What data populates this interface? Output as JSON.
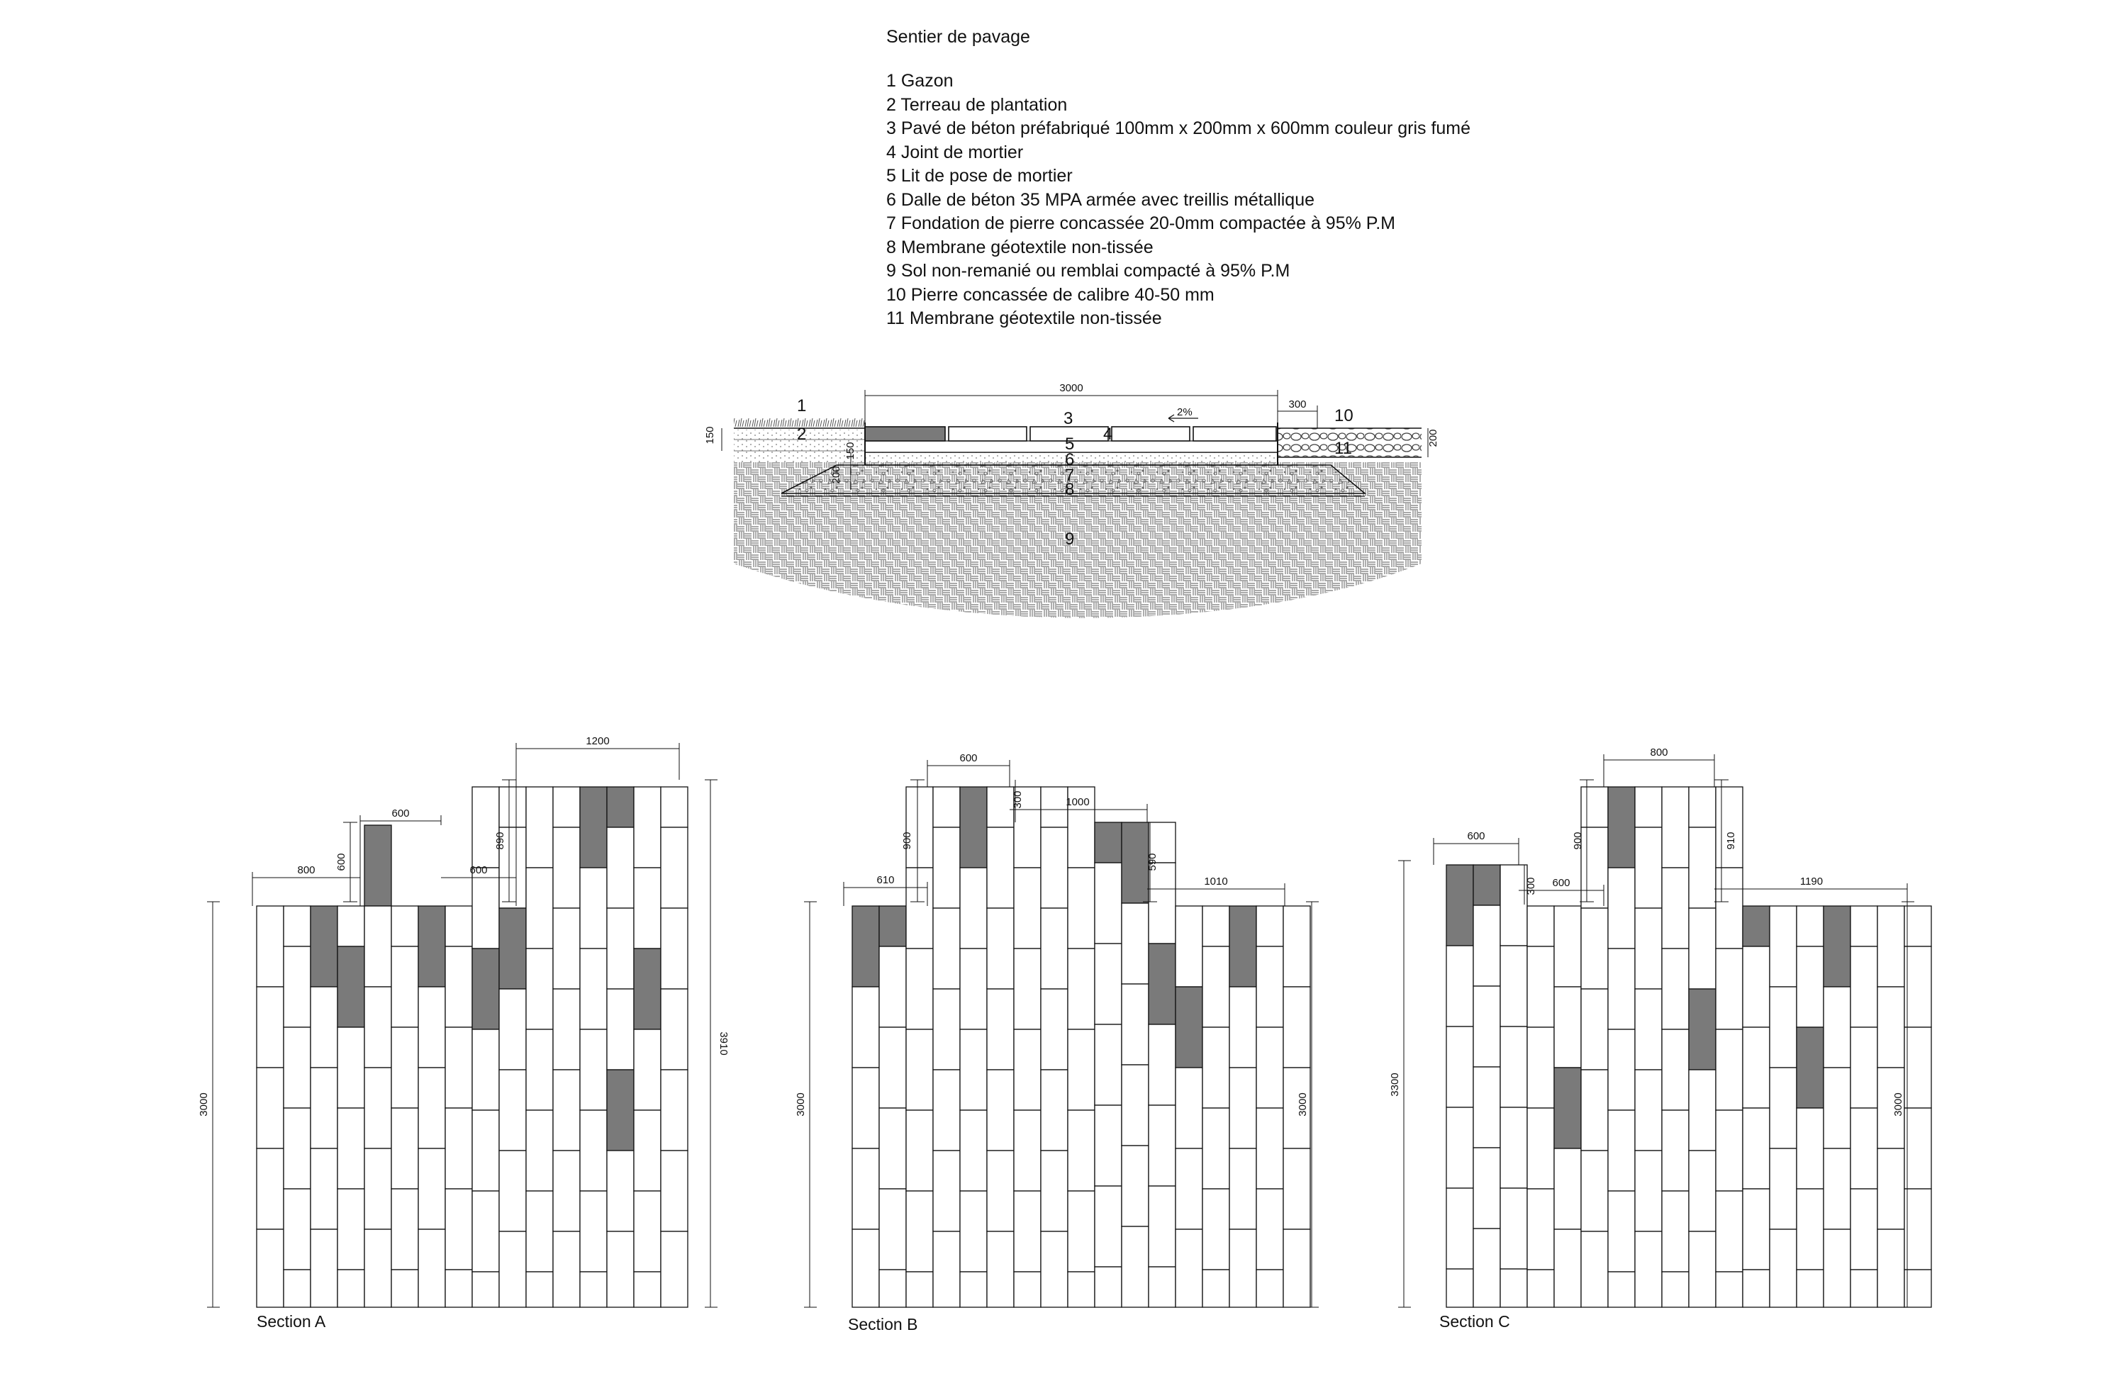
{
  "title": "Sentier de pavage",
  "legend": [
    "1 Gazon",
    "2 Terreau de plantation",
    "3 Pavé de béton préfabriqué 100mm x 200mm x 600mm couleur gris fumé",
    "4 Joint de mortier",
    "5 Lit de pose de mortier",
    "6 Dalle de béton 35 MPA armée avec treillis métallique",
    "7 Fondation de pierre concassée 20-0mm compactée à 95% P.M",
    "8 Membrane géotextile non-tissée",
    "9 Sol non-remanié ou remblai compacté à 95% P.M",
    "10 Pierre concassée de calibre 40-50 mm",
    "11 Membrane géotextile non-tissée"
  ],
  "cross_section": {
    "width_dim": "3000",
    "slope": "2%",
    "stone_band_dim": "300",
    "left_height_dim": "150",
    "right_height_dim": "200",
    "inner_dims": [
      "200",
      "150"
    ],
    "layer_numbers": [
      "1",
      "2",
      "3",
      "4",
      "5",
      "6",
      "7",
      "8",
      "9",
      "10",
      "11"
    ]
  },
  "sections": {
    "a": {
      "label": "Section A",
      "dims": [
        "800",
        "600",
        "600",
        "600",
        "890",
        "1200",
        "3000",
        "3910"
      ]
    },
    "b": {
      "label": "Section B",
      "dims": [
        "610",
        "900",
        "600",
        "300",
        "1000",
        "590",
        "1010",
        "3000",
        "3000"
      ]
    },
    "c": {
      "label": "Section C",
      "dims": [
        "600",
        "300",
        "600",
        "900",
        "800",
        "910",
        "1190",
        "3300",
        "3000"
      ]
    }
  },
  "colors": {
    "line": "#111111",
    "dark_paver": "#7a7a7a",
    "hatch": "#777777"
  }
}
